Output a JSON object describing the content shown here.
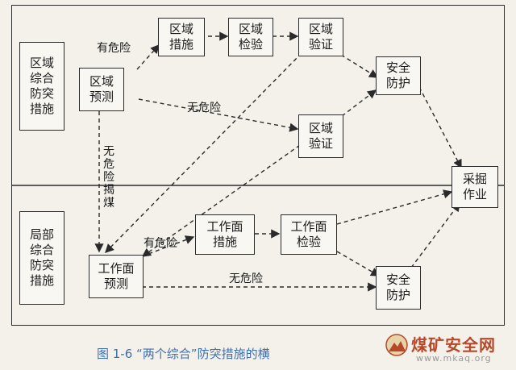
{
  "boxes": {
    "region_measures": "区域\n综合\n防突\n措施",
    "region_predict": "区域\n预测",
    "region_action": "区域\n措施",
    "region_check": "区域\n检验",
    "region_verify_top": "区域\n验证",
    "region_verify_mid": "区域\n验证",
    "safety_top": "安全\n防护",
    "mining": "采掘\n作业",
    "local_measures": "局部\n综合\n防突\n措施",
    "face_predict": "工作面\n预测",
    "face_action": "工作面\n措施",
    "face_check": "工作面\n检验",
    "safety_bottom": "安全\n防护"
  },
  "labels": {
    "danger_top": "有危险",
    "no_danger_mid": "无危险",
    "no_danger_vertical": "无\n危\n险\n揭\n煤",
    "danger_bottom": "有危险",
    "no_danger_bottom": "无危险"
  },
  "caption": "图 1-6   “两个综合”防突措施的横",
  "watermark": {
    "text": "煤矿安全网",
    "url": "www.mkaq.org"
  }
}
